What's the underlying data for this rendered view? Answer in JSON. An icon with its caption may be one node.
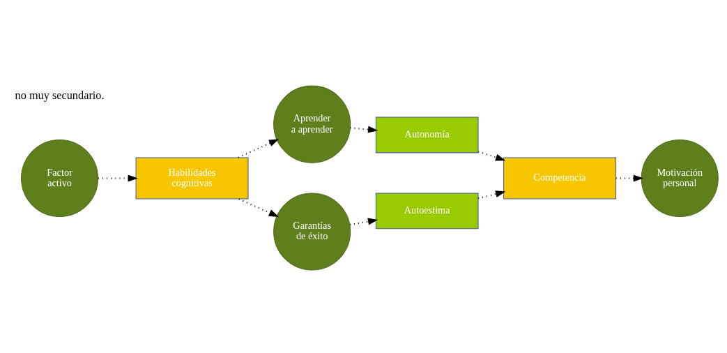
{
  "diagram": {
    "nodes": [
      {
        "text": [
          "Factor activo"
        ]
      },
      {
        "text": [
          "Habilidades cognitivas"
        ]
      },
      {
        "text": [
          "Aprender a aprender"
        ]
      },
      {
        "text": [
          "Autonomía"
        ]
      },
      {
        "text": [
          "Garantías de éxito"
        ]
      },
      {
        "text": [
          "Autoestima"
        ]
      },
      {
        "text": [
          "Competencia"
        ]
      },
      {
        "text": [
          "Motivación personal"
        ]
      }
    ],
    "edges": [
      {
        "from": 0,
        "to": 1,
        "arrow": "to"
      },
      {
        "from": 1,
        "to": 2,
        "arrow": "to"
      },
      {
        "from": 2,
        "to": 3,
        "arrow": "to"
      },
      {
        "from": 3,
        "to": 6,
        "arrow": "to"
      },
      {
        "from": 1,
        "to": 4,
        "arrow": "to"
      },
      {
        "from": 4,
        "to": 5,
        "arrow": "to"
      },
      {
        "from": 5,
        "to": 6,
        "arrow": "to"
      },
      {
        "from": 6,
        "to": 7,
        "arrow": "to"
      }
    ],
    "labels": [
      "no muy secundario."
    ]
  }
}
